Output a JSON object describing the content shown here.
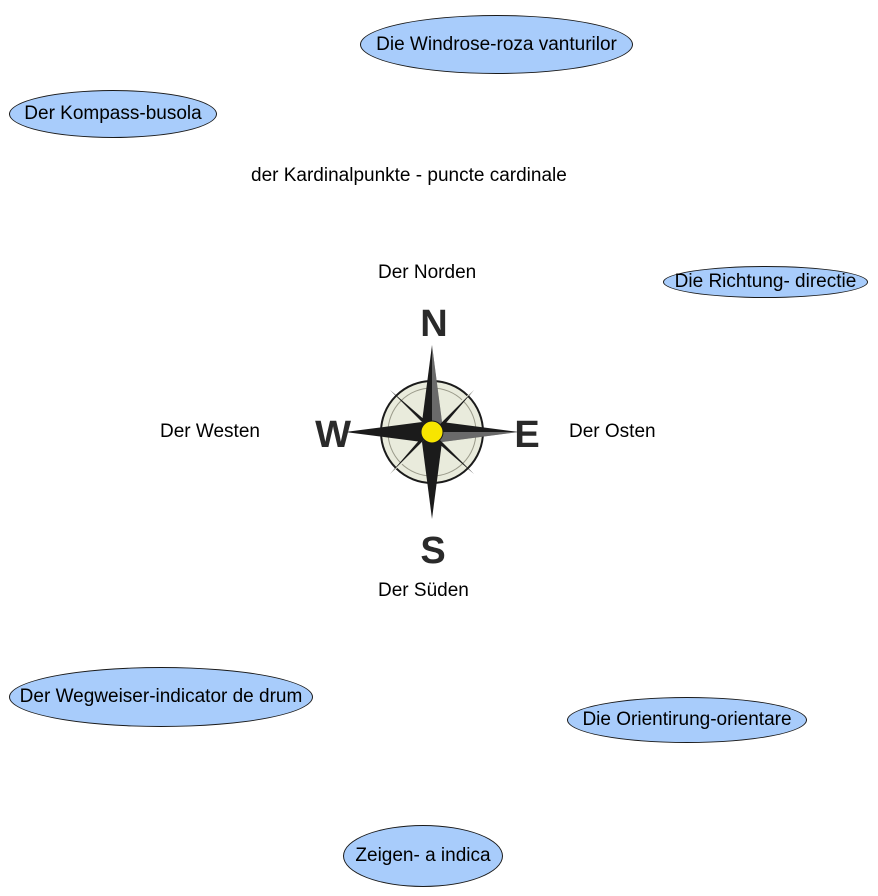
{
  "colors": {
    "bubble_fill": "#a8ccfb",
    "bubble_border": "#1a1a1a",
    "compass_ring": "#e9ebdc",
    "compass_star": "#1b1b1b",
    "compass_center": "#f7e500"
  },
  "title": "der Kardinalpunkte - puncte cardinale",
  "vocabulary": [
    "Die Windrose-roza vanturilor",
    "Der Kompass-busola",
    "Die Richtung- directie",
    "Der Wegweiser-indicator de drum",
    "Die Orientirung-orientare",
    "Zeigen- a indica"
  ],
  "directions": {
    "north": "Der Norden",
    "south": "Der Süden",
    "east": "Der Osten",
    "west": "Der Westen"
  },
  "compass_letters": {
    "n": "N",
    "s": "S",
    "e": "E",
    "w": "W"
  },
  "compass_icon": "compass-rose-icon"
}
